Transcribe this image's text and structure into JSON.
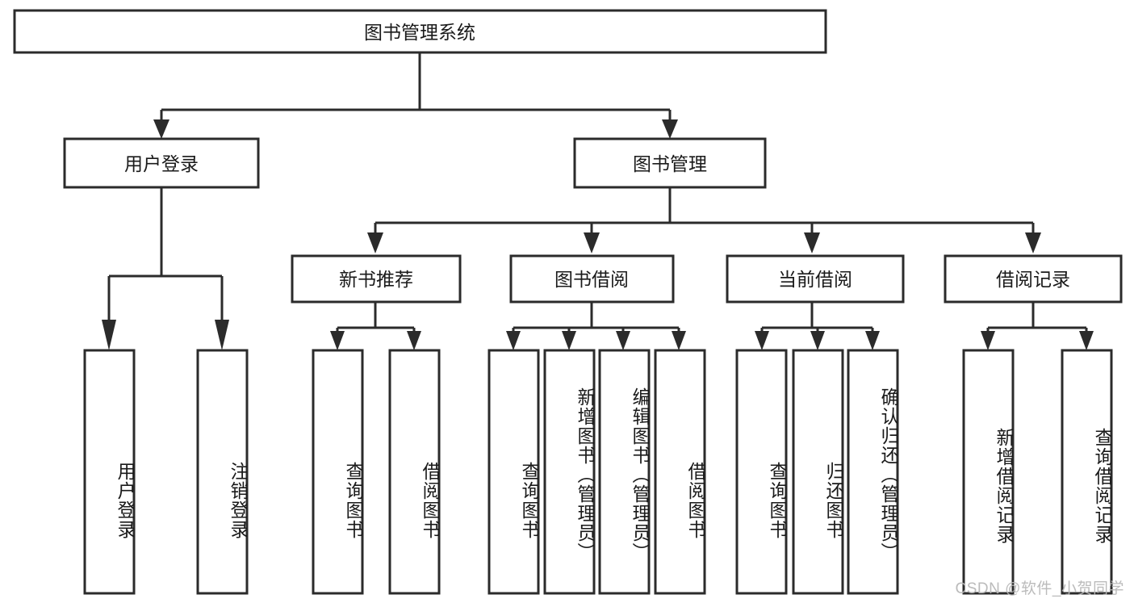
{
  "diagram": {
    "title": "图书管理系统",
    "type": "tree",
    "watermark": "CSDN @软件_小贺同学",
    "colors": {
      "background": "#ffffff",
      "stroke": "#2b2b2b",
      "fill": "#ffffff",
      "text": "#1a1a1a",
      "watermark": "#b8b8b8"
    },
    "root": {
      "label": "图书管理系统"
    },
    "level2": [
      {
        "label": "用户登录"
      },
      {
        "label": "图书管理"
      }
    ],
    "level3": [
      {
        "label": "新书推荐"
      },
      {
        "label": "图书借阅"
      },
      {
        "label": "当前借阅"
      },
      {
        "label": "借阅记录"
      }
    ],
    "leaves": {
      "user_login": [
        {
          "label": "用户登录"
        },
        {
          "label": "注销登录"
        }
      ],
      "new_book_recommend": [
        {
          "label": "查询图书"
        },
        {
          "label": "借阅图书"
        }
      ],
      "book_borrow": [
        {
          "label": "查询图书"
        },
        {
          "label": "新增图书（管理员）"
        },
        {
          "label": "编辑图书（管理员）"
        },
        {
          "label": "借阅图书"
        }
      ],
      "current_borrow": [
        {
          "label": "查询图书"
        },
        {
          "label": "归还图书"
        },
        {
          "label": "确认归还（管理员）"
        }
      ],
      "borrow_record": [
        {
          "label": "新增借阅记录"
        },
        {
          "label": "查询借阅记录"
        }
      ]
    }
  }
}
